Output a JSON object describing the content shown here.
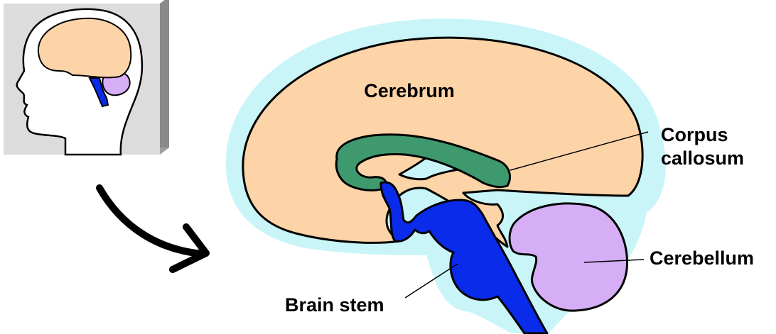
{
  "labels": {
    "cerebrum": "Cerebrum",
    "corpus_callosum_line1": "Corpus",
    "corpus_callosum_line2": "callosum",
    "cerebellum": "Cerebellum",
    "brain_stem": "Brain stem"
  },
  "colors": {
    "cerebrum": "#FDD4A8",
    "corpus_callosum": "#3E9A6E",
    "brain_stem": "#0A2BEA",
    "cerebellum": "#D5AEF6",
    "halo": "#C9F5F8",
    "inset_background": "#DCDCDC",
    "inset_shadow": "#8A8A8A",
    "arrow": "#000000"
  },
  "icons": {
    "inset": "head-profile-thumbnail",
    "pointer": "curved-arrow"
  }
}
